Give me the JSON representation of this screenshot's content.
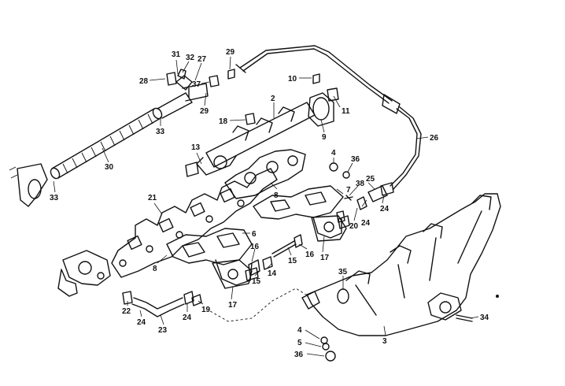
{
  "diagram": {
    "callouts": {
      "c1": "31",
      "c2": "32",
      "c3": "27",
      "c4": "29",
      "c5": "28",
      "c6": "37",
      "c7": "10",
      "c8": "11",
      "c9": "2",
      "c10": "29",
      "c11": "33",
      "c12": "18",
      "c13": "9",
      "c14": "26",
      "c15": "13",
      "c16": "4",
      "c17": "36",
      "c18": "30",
      "c19": "8",
      "c20": "7",
      "c21": "38",
      "c22": "25",
      "c23": "33",
      "c24": "21",
      "c25": "24",
      "c26": "20",
      "c27": "24",
      "c28": "6",
      "c29": "8",
      "c30": "16",
      "c31": "16",
      "c32": "15",
      "c33": "17",
      "c34": "14",
      "c35": "35",
      "c36": "15",
      "c37": "22",
      "c38": "24",
      "c39": "19",
      "c40": "24",
      "c41": "17",
      "c42": "23",
      "c43": "34",
      "c44": "3",
      "c45": "4",
      "c46": "5",
      "c47": "36"
    }
  }
}
